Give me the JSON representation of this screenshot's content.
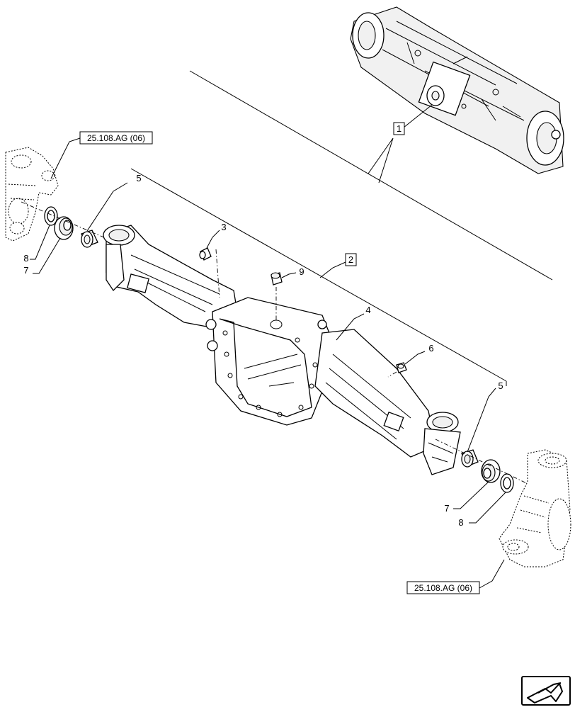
{
  "callouts": {
    "c1": "1",
    "c2": "2",
    "c3": "3",
    "c4": "4",
    "c5_left": "5",
    "c5_right": "5",
    "c6": "6",
    "c7_left": "7",
    "c7_right": "7",
    "c8_left": "8",
    "c8_right": "8",
    "c9": "9"
  },
  "references": {
    "ref_top_left": "25.108.AG (06)",
    "ref_bottom_right": "25.108.AG (06)"
  },
  "icons": {
    "nav_arrow": "next-page-arrow-icon"
  }
}
